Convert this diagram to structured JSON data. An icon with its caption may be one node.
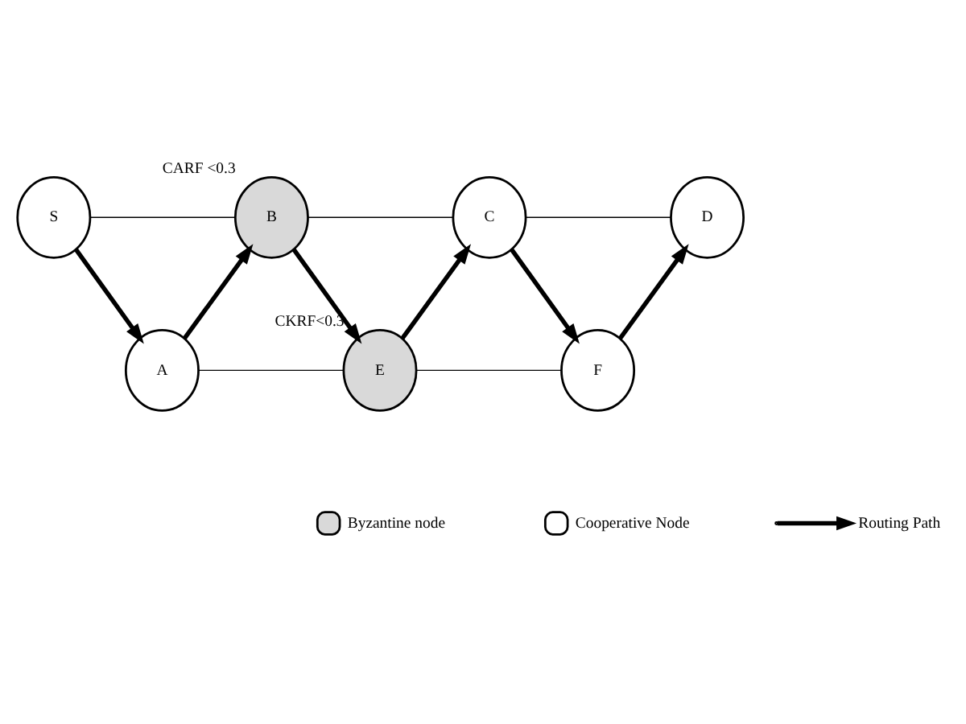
{
  "diagram": {
    "nodes": [
      {
        "text": [
          "S"
        ]
      },
      {
        "text": [
          "B"
        ],
        "beside": [
          "CARF <0.3"
        ]
      },
      {
        "text": [
          "C"
        ]
      },
      {
        "text": [
          "D"
        ]
      },
      {
        "text": [
          "A"
        ]
      },
      {
        "text": [
          "E"
        ],
        "beside": [
          "CKRF<0.3"
        ]
      },
      {
        "text": [
          "F"
        ]
      }
    ],
    "edges": [
      {
        "from": 0,
        "to": 1,
        "arrow": "none"
      },
      {
        "from": 1,
        "to": 2,
        "arrow": "none"
      },
      {
        "from": 2,
        "to": 3,
        "arrow": "none"
      },
      {
        "from": 4,
        "to": 5,
        "arrow": "none"
      },
      {
        "from": 5,
        "to": 6,
        "arrow": "none"
      },
      {
        "from": 0,
        "to": 4,
        "arrow": "to"
      },
      {
        "from": 4,
        "to": 1,
        "arrow": "to"
      },
      {
        "from": 1,
        "to": 5,
        "arrow": "to"
      },
      {
        "from": 5,
        "to": 2,
        "arrow": "to"
      },
      {
        "from": 2,
        "to": 6,
        "arrow": "to"
      },
      {
        "from": 6,
        "to": 3,
        "arrow": "to"
      }
    ],
    "legend": [
      {
        "text": "Byzantine node",
        "color": "#d9d9d9"
      },
      {
        "text": "Cooperative Node",
        "color": "#ffffff"
      },
      {
        "text": "Routing Path"
      }
    ]
  }
}
